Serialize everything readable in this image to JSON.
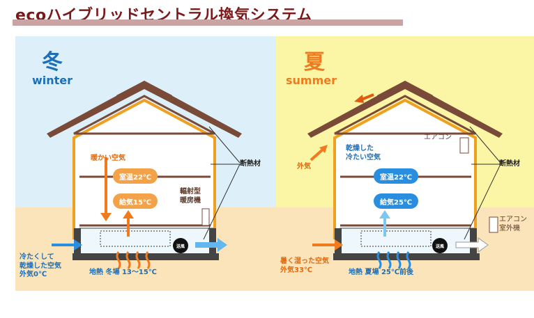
{
  "title": "ecoハイブリッドセントラル換気システム",
  "colors": {
    "title": "#7a1a1a",
    "winter_sky": "#ddf0fa",
    "summer_sky": "#fbf6a6",
    "ground": "#fbe4ba",
    "roof": "#7a4a38",
    "insulation": "#f0a020",
    "warm_orange": "#f07a1e",
    "cool_blue": "#2a8ee0",
    "dark_blue": "#1d6fb8"
  },
  "winter": {
    "season": "冬",
    "season_en": "winter",
    "warm_air": "暖かい空気",
    "room_temp": "室温22℃",
    "supply_temp": "給気15℃",
    "radiator": "輻射型\n暖房機",
    "insulation": "断熱材",
    "outside_air": "冷たくして\n乾燥した空気\n外気0℃",
    "geothermal": "地熱 冬場 13～15℃",
    "fan": "送風"
  },
  "summer": {
    "season": "夏",
    "season_en": "summer",
    "outside": "外気",
    "aircon": "エアコン",
    "insulation": "断熱材",
    "cool_air": "乾燥した\n冷たい空気",
    "room_temp": "室温22℃",
    "supply_temp": "給気25℃",
    "outdoor_unit": "エアコン\n室外機",
    "outside_air": "暑く湿った空気\n外気33℃",
    "geothermal": "地熱 夏場 25℃前後",
    "fan": "送風"
  }
}
